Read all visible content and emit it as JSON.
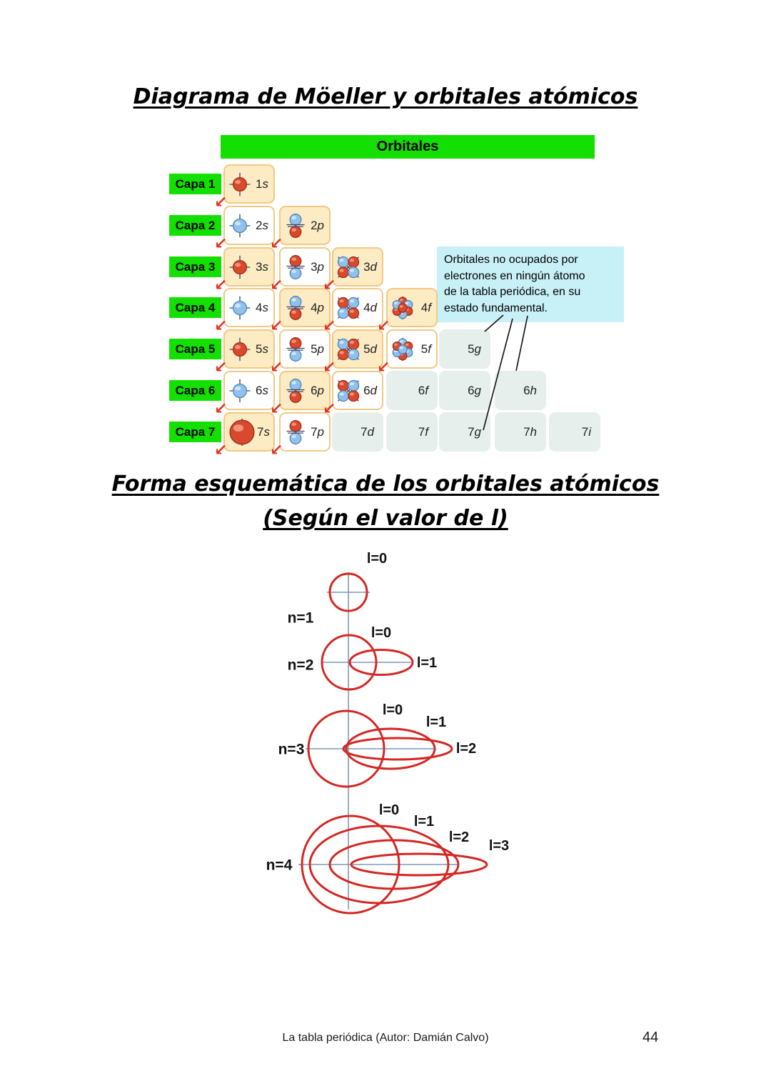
{
  "page": {
    "title1": "Diagrama de Möeller y orbitales atómicos",
    "title2_line1": "Forma esquemática de los orbitales atómicos",
    "title2_line2": "(Según el valor de l)",
    "footer_text": "La tabla periódica (Autor: Damián Calvo)",
    "page_number": "44"
  },
  "moeller": {
    "header": "Orbitales",
    "colors": {
      "green": "#13e000",
      "cream_cell": "#fcebc3",
      "cell_border": "#f2c883",
      "empty_cell": "#e6efeb",
      "callout_bg": "#c8f0f7",
      "arrow_red": "#e03522"
    },
    "callout_lines": [
      "Orbitales no ocupados por",
      "electrones en ningún átomo",
      "de la tabla periódica, en su",
      "estado fundamental."
    ],
    "rows": [
      {
        "label": "Capa 1",
        "cells": [
          {
            "t": "1s",
            "kind": "s",
            "variant": "red",
            "bg": "cream"
          }
        ]
      },
      {
        "label": "Capa 2",
        "cells": [
          {
            "t": "2s",
            "kind": "s",
            "variant": "blue",
            "bg": "white"
          },
          {
            "t": "2p",
            "kind": "p",
            "variant": "blue",
            "bg": "cream"
          }
        ]
      },
      {
        "label": "Capa 3",
        "cells": [
          {
            "t": "3s",
            "kind": "s",
            "variant": "red",
            "bg": "cream"
          },
          {
            "t": "3p",
            "kind": "p",
            "variant": "red",
            "bg": "white"
          },
          {
            "t": "3d",
            "kind": "d",
            "variant": "red",
            "bg": "cream"
          }
        ]
      },
      {
        "label": "Capa 4",
        "cells": [
          {
            "t": "4s",
            "kind": "s",
            "variant": "blue",
            "bg": "white"
          },
          {
            "t": "4p",
            "kind": "p",
            "variant": "blue",
            "bg": "cream"
          },
          {
            "t": "4d",
            "kind": "d",
            "variant": "blue",
            "bg": "white"
          },
          {
            "t": "4f",
            "kind": "f",
            "variant": "red",
            "bg": "cream"
          }
        ]
      },
      {
        "label": "Capa 5",
        "cells": [
          {
            "t": "5s",
            "kind": "s",
            "variant": "red",
            "bg": "cream"
          },
          {
            "t": "5p",
            "kind": "p",
            "variant": "red",
            "bg": "white"
          },
          {
            "t": "5d",
            "kind": "d",
            "variant": "red",
            "bg": "cream"
          },
          {
            "t": "5f",
            "kind": "f",
            "variant": "blue",
            "bg": "white"
          },
          {
            "t": "5g",
            "empty": true
          }
        ]
      },
      {
        "label": "Capa 6",
        "cells": [
          {
            "t": "6s",
            "kind": "s",
            "variant": "blue",
            "bg": "white"
          },
          {
            "t": "6p",
            "kind": "p",
            "variant": "blue",
            "bg": "cream"
          },
          {
            "t": "6d",
            "kind": "d",
            "variant": "blue",
            "bg": "white"
          },
          {
            "t": "6f",
            "empty": true
          },
          {
            "t": "6g",
            "empty": true
          },
          {
            "t": "6h",
            "empty": true
          }
        ]
      },
      {
        "label": "Capa 7",
        "cells": [
          {
            "t": "7s",
            "kind": "s",
            "variant": "red",
            "bg": "cream",
            "big": true
          },
          {
            "t": "7p",
            "kind": "p",
            "variant": "red",
            "bg": "white"
          },
          {
            "t": "7d",
            "empty": true
          },
          {
            "t": "7f",
            "empty": true
          },
          {
            "t": "7g",
            "empty": true
          },
          {
            "t": "7h",
            "empty": true
          },
          {
            "t": "7i",
            "empty": true
          }
        ]
      }
    ]
  },
  "orbital_figure": {
    "groups": [
      {
        "n_label": "n=1",
        "l_labels": [
          "l=0"
        ]
      },
      {
        "n_label": "n=2",
        "l_labels": [
          "l=0",
          "l=1"
        ]
      },
      {
        "n_label": "n=3",
        "l_labels": [
          "l=0",
          "l=1",
          "l=2"
        ]
      },
      {
        "n_label": "n=4",
        "l_labels": [
          "l=0",
          "l=1",
          "l=2",
          "l=3"
        ]
      }
    ],
    "colors": {
      "orbital_stroke": "#d42723",
      "axis": "#7e99b5"
    }
  }
}
